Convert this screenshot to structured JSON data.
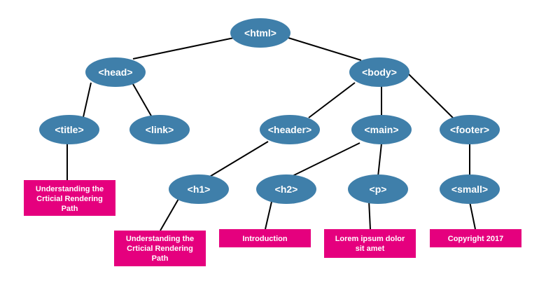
{
  "colors": {
    "node_fill": "#3f7faa",
    "text_box_fill": "#e5007e",
    "edge": "#000000",
    "label": "#ffffff"
  },
  "nodes": {
    "html": "<html>",
    "head": "<head>",
    "body": "<body>",
    "title": "<title>",
    "link": "<link>",
    "header": "<header>",
    "main": "<main>",
    "footer": "<footer>",
    "h1": "<h1>",
    "h2": "<h2>",
    "p": "<p>",
    "small": "<small>"
  },
  "text_nodes": {
    "title_text": [
      "Understanding the",
      "Crticial Rendering",
      "Path"
    ],
    "h1_text": [
      "Understanding the",
      "Crticial Rendering",
      "Path"
    ],
    "h2_text": [
      "Introduction"
    ],
    "p_text": [
      "Lorem ipsum dolor",
      "sit amet"
    ],
    "small_text": [
      "Copyright 2017"
    ]
  }
}
